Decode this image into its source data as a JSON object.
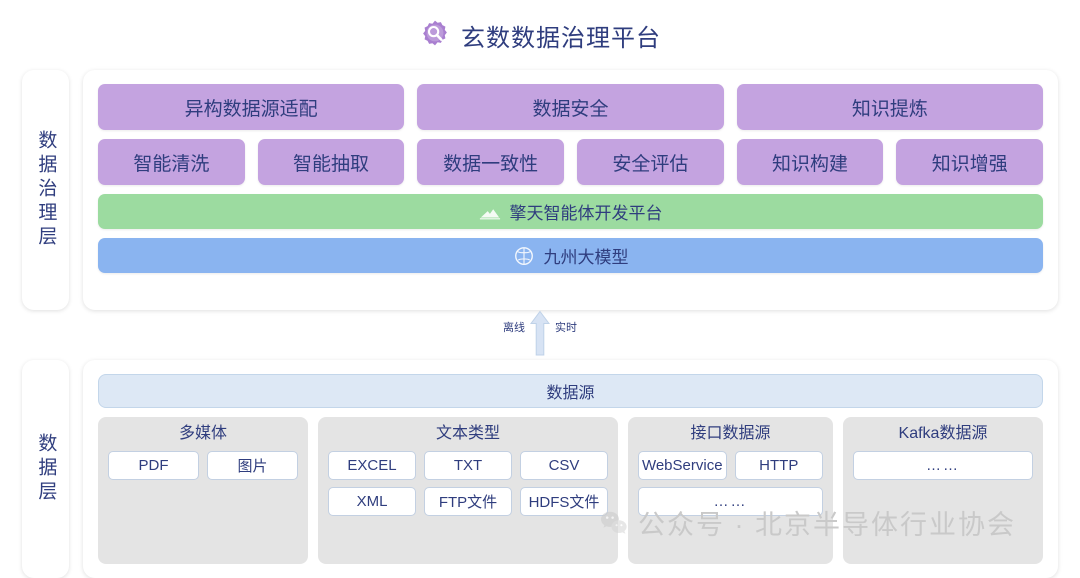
{
  "header": {
    "title": "玄数数据治理平台",
    "icon": "gear-search-icon"
  },
  "governance_layer": {
    "side_label": "数据治理层",
    "top_row": [
      {
        "label": "异构数据源适配"
      },
      {
        "label": "数据安全"
      },
      {
        "label": "知识提炼"
      }
    ],
    "sub_row": [
      {
        "label": "智能清洗"
      },
      {
        "label": "智能抽取"
      },
      {
        "label": "数据一致性"
      },
      {
        "label": "安全评估"
      },
      {
        "label": "知识构建"
      },
      {
        "label": "知识增强"
      }
    ],
    "platform_band": {
      "label": "擎天智能体开发平台",
      "icon": "mountain-icon",
      "color": "#9cdba0"
    },
    "model_band": {
      "label": "九州大模型",
      "icon": "brain-icon",
      "color": "#8ab4f0"
    }
  },
  "connector": {
    "left_label": "离线",
    "right_label": "实时",
    "direction": "up"
  },
  "data_layer": {
    "side_label": "数据层",
    "source_bar": "数据源",
    "groups": [
      {
        "title": "多媒体",
        "rows": [
          [
            "PDF",
            "图片"
          ]
        ]
      },
      {
        "title": "文本类型",
        "rows": [
          [
            "EXCEL",
            "TXT",
            "CSV"
          ],
          [
            "XML",
            "FTP文件",
            "HDFS文件"
          ]
        ]
      },
      {
        "title": "接口数据源",
        "rows": [
          [
            "WebService",
            "HTTP"
          ],
          [
            "……"
          ]
        ]
      },
      {
        "title": "Kafka数据源",
        "rows": [
          [
            "……"
          ]
        ]
      }
    ]
  },
  "watermark": {
    "text": "公众号 · 北京半导体行业协会",
    "icon": "wechat-icon"
  },
  "colors": {
    "purple": "#c4a3e0",
    "green": "#9cdba0",
    "blue": "#8ab4f0",
    "light_blue": "#dde8f5",
    "gray_group": "#e4e4e4",
    "text_navy": "#2f3d7e"
  }
}
